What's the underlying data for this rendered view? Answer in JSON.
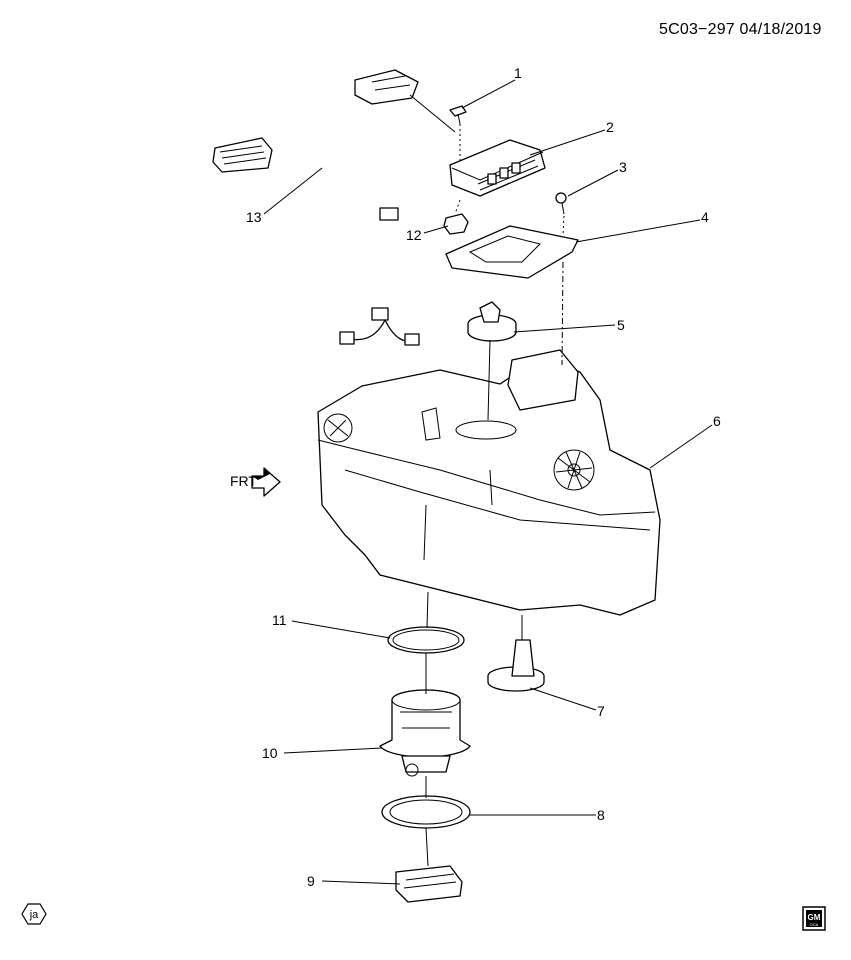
{
  "doc_ref": "5C03−297  04/18/2019",
  "front_label": "FRT",
  "ja_badge": "ja",
  "gm_badge": {
    "line1": "GM",
    "line2": "OCA"
  },
  "callouts": [
    "1",
    "2",
    "3",
    "4",
    "5",
    "6",
    "7",
    "8",
    "9",
    "10",
    "11",
    "12",
    "13"
  ]
}
